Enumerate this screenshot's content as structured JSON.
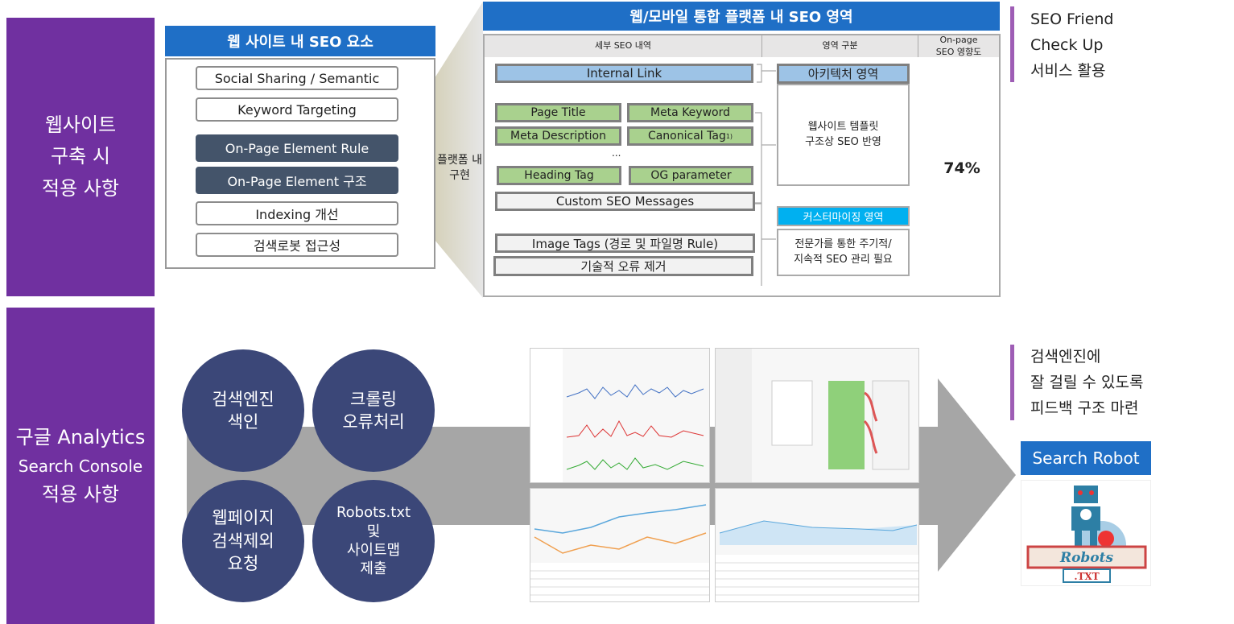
{
  "top_section": {
    "label": "웹사이트\n구축 시\n적용 사항"
  },
  "bottom_section": {
    "label_line1": "구글 Analytics",
    "label_line2": "Search Console",
    "label_line3": "적용 사항"
  },
  "website_seo": {
    "title": "웹 사이트 내 SEO 요소",
    "items": [
      "Social Sharing / Semantic",
      "Keyword Targeting",
      "On-Page Element Rule",
      "On-Page Element 구조",
      "Indexing 개선",
      "검색로봇 접근성"
    ]
  },
  "funnel_label": "플랫폼 내\n구현",
  "platform": {
    "title": "웹/모바일 통합 플랫폼 내 SEO 영역",
    "headers": [
      "세부 SEO 내역",
      "영역 구분",
      "On-page\nSEO 영향도"
    ],
    "internal_link": "Internal Link",
    "green_items": [
      "Page Title",
      "Meta Keyword",
      "Meta Description",
      "Canonical Tag",
      "Heading Tag",
      "OG parameter"
    ],
    "canonical_sup": "1)",
    "ellipsis": "...",
    "gray_items": [
      "Custom SEO Messages",
      "Image Tags (경로 및 파일명 Rule)",
      "기술적 오류 제거"
    ],
    "architecture": {
      "label": "아키텍처 영역",
      "desc": "웹사이트 템플릿\n구조상 SEO 반영"
    },
    "custom": {
      "label": "커스터마이징 영역",
      "desc": "전문가를 통한 주기적/\n지속적 SEO 관리 필요"
    },
    "impact": "74%"
  },
  "note_top": [
    "SEO Friend",
    "Check Up",
    "서비스 활용"
  ],
  "note_bottom": [
    "검색엔진에",
    "잘 걸릴 수 있도록",
    "피드백 구조 마련"
  ],
  "circles": [
    "검색엔진\n색인",
    "크롤링\n오류처리",
    "웹페이지\n검색제외\n요청",
    "Robots.txt\n및\n사이트맵\n제출"
  ],
  "search_robot": {
    "title": "Search Robot",
    "logo_text": "Robots .TXT"
  },
  "colors": {
    "purple": "#7030a0",
    "blue": "#1f6fc6",
    "navy": "#3b4778",
    "green": "#a9d18e",
    "cyan": "#00b0f0"
  }
}
